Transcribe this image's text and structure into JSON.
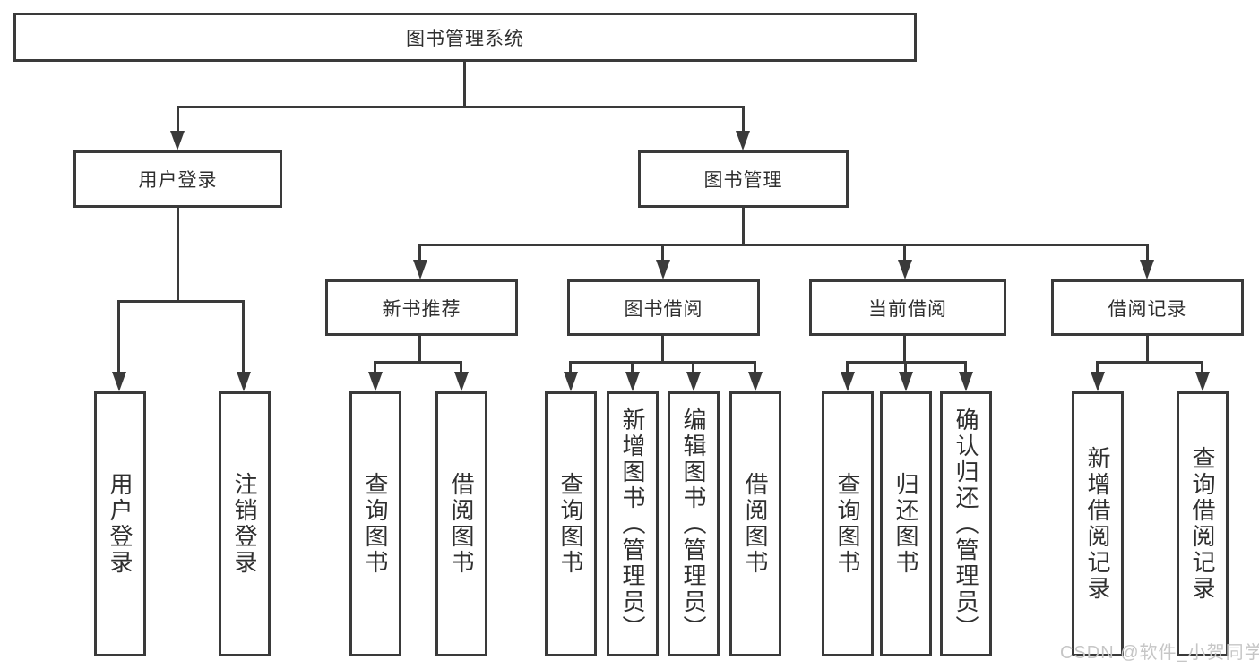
{
  "watermark": "CSDN @软件_小贺同学",
  "colors": {
    "line": "#3a3a3a",
    "text": "#2f2f2f",
    "watermark": "#c6c6c6",
    "background": "#ffffff"
  },
  "diagram_type": "hierarchy-tree",
  "tree": {
    "label": "图书管理系统",
    "children": [
      {
        "label": "用户登录",
        "children": [
          {
            "label": "用户登录"
          },
          {
            "label": "注销登录"
          }
        ]
      },
      {
        "label": "图书管理",
        "children": [
          {
            "label": "新书推荐",
            "children": [
              {
                "label": "查询图书"
              },
              {
                "label": "借阅图书"
              }
            ]
          },
          {
            "label": "图书借阅",
            "children": [
              {
                "label": "查询图书"
              },
              {
                "label": "新增图书（管理员）"
              },
              {
                "label": "编辑图书（管理员）"
              },
              {
                "label": "借阅图书"
              }
            ]
          },
          {
            "label": "当前借阅",
            "children": [
              {
                "label": "查询图书"
              },
              {
                "label": "归还图书"
              },
              {
                "label": "确认归还（管理员）"
              }
            ]
          },
          {
            "label": "借阅记录",
            "children": [
              {
                "label": "新增借阅记录"
              },
              {
                "label": "查询借阅记录"
              }
            ]
          }
        ]
      }
    ]
  }
}
